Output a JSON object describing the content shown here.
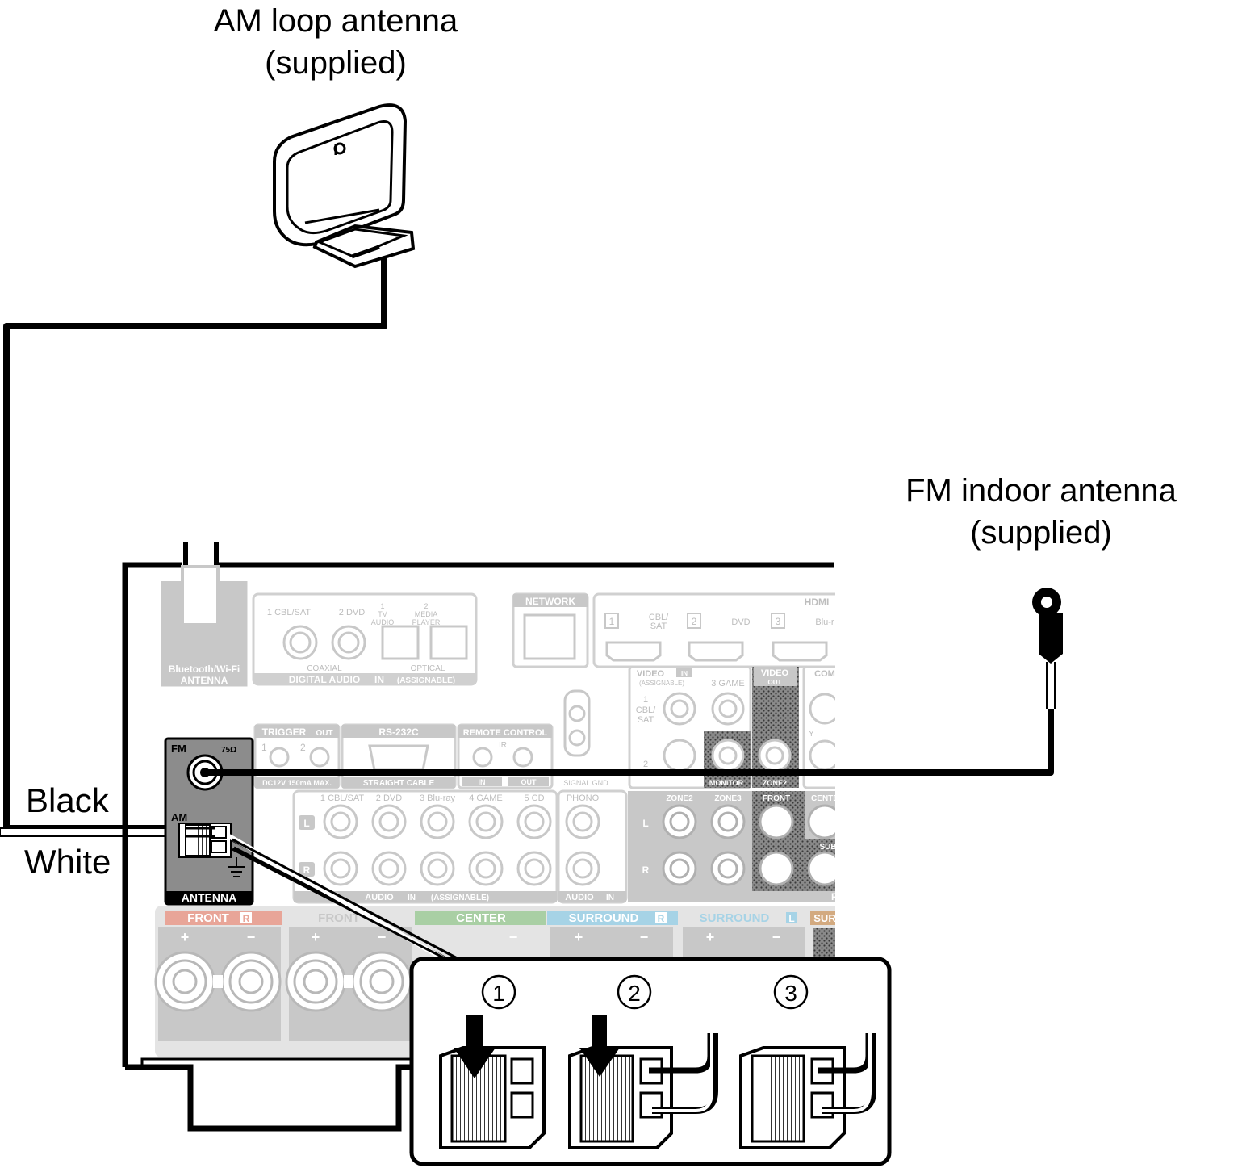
{
  "callouts": {
    "am_title": "AM loop antenna",
    "am_sub": "(supplied)",
    "fm_title": "FM indoor antenna",
    "fm_sub": "(supplied)"
  },
  "wires": {
    "black": "Black",
    "white": "White"
  },
  "antenna_panel": {
    "fm": "FM",
    "ohm": "75Ω",
    "am": "AM",
    "title": "ANTENNA"
  },
  "rear_panel": {
    "bt_antenna_1": "Bluetooth/Wi-Fi",
    "bt_antenna_2": "ANTENNA",
    "coaxial_1": "1 CBL/SAT",
    "coaxial_2": "2 DVD",
    "tv_audio_1": "1",
    "tv_audio_2": "TV",
    "tv_audio_3": "AUDIO",
    "media_player_1": "2",
    "media_player_2": "MEDIA",
    "media_player_3": "PLAYER",
    "coaxial": "COAXIAL",
    "optical": "OPTICAL",
    "digital_audio": "DIGITAL AUDIO",
    "in": "IN",
    "assignable": "(ASSIGNABLE)",
    "network": "NETWORK",
    "hdmi": "HDMI",
    "hdmi_1": "1",
    "hdmi_cbl_1": "CBL/",
    "hdmi_cbl_2": "SAT",
    "hdmi_2": "2",
    "hdmi_dvd": "DVD",
    "hdmi_3": "3",
    "hdmi_bluray": "Blu-r",
    "trigger": "TRIGGER",
    "out": "OUT",
    "trig_1": "1",
    "trig_2": "2",
    "dc12v": "DC12V 150mA MAX.",
    "rs232c": "RS-232C",
    "straight_cable": "STRAIGHT CABLE",
    "remote_control": "REMOTE CONTROL",
    "ir": "IR",
    "rc_in": "IN",
    "rc_out": "OUT",
    "signal_gnd": "SIGNAL GND",
    "video": "VIDEO",
    "video_in": "IN",
    "video_assignable": "(ASSIGNABLE)",
    "video_1": "1",
    "video_cbl_1": "CBL/",
    "video_cbl_2": "SAT",
    "video_2": "2",
    "video_3game": "3 GAME",
    "video_out": "VIDEO",
    "video_out_2": "OUT",
    "monitor": "MONITOR",
    "zone2": "ZONE2",
    "com": "COM",
    "y": "Y",
    "audio_cbl": "1 CBL/SAT",
    "audio_dvd": "2 DVD",
    "audio_bluray": "3 Blu-ray",
    "audio_game": "4 GAME",
    "audio_cd": "5 CD",
    "phono": "PHONO",
    "audio_l": "L",
    "audio_r": "R",
    "audio_in_1": "AUDIO",
    "audio_in_2": "IN",
    "audio_in_3": "(ASSIGNABLE)",
    "phono_audio": "AUDIO",
    "phono_in": "IN",
    "zone2_out": "ZONE2",
    "zone3_out": "ZONE3",
    "zone_l": "L",
    "zone_r": "R",
    "front_pre": "FRONT",
    "center_pre": "CENTE",
    "sub_pre": "SUB",
    "pre_p": "P",
    "spk_front_r": "FRONT",
    "spk_front_r_tag": "R",
    "spk_front_l": "FRONT",
    "spk_center": "CENTER",
    "spk_surround_r": "SURROUND",
    "spk_surround_r_tag": "R",
    "spk_surround_l": "SURROUND",
    "spk_surround_l_tag": "L",
    "spk_sur": "SUR",
    "plus": "+",
    "minus": "−"
  },
  "steps": [
    "①",
    "②",
    "③"
  ],
  "colors": {
    "line": "#000000",
    "panel_grey": "#c8c8c8",
    "panel_dark": "#8c8c8c",
    "front_r": "#e8a598",
    "center": "#a9cfa4",
    "surround": "#a6d3e6",
    "sur_back": "#d3aa80"
  }
}
